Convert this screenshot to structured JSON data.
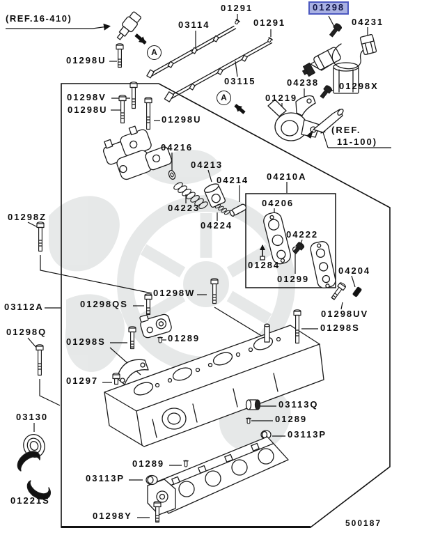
{
  "diagram": {
    "sheet_code": "500187",
    "callout_letter": "A",
    "highlight": {
      "text": "01298",
      "bg_color": "#a9b1e3",
      "border_color": "#4d59c0"
    },
    "labels": [
      {
        "id": "ref-16-410",
        "text": "(REF.16-410)"
      },
      {
        "id": "p03114",
        "text": "03114"
      },
      {
        "id": "p01291-1",
        "text": "01291"
      },
      {
        "id": "p01291-2",
        "text": "01291"
      },
      {
        "id": "p01298-highlighted",
        "text": "01298"
      },
      {
        "id": "p04231",
        "text": "04231"
      },
      {
        "id": "p01298U-1",
        "text": "01298U"
      },
      {
        "id": "p03115",
        "text": "03115"
      },
      {
        "id": "p04238",
        "text": "04238"
      },
      {
        "id": "p01298X",
        "text": "01298X"
      },
      {
        "id": "p01298V",
        "text": "01298V"
      },
      {
        "id": "p01298U-2",
        "text": "01298U"
      },
      {
        "id": "p01298U-3",
        "text": "01298U"
      },
      {
        "id": "p01219",
        "text": "01219"
      },
      {
        "id": "ref-11-100-line1",
        "text": "(REF."
      },
      {
        "id": "ref-11-100-line2",
        "text": "11-100)"
      },
      {
        "id": "p04216",
        "text": "04216"
      },
      {
        "id": "p04213",
        "text": "04213"
      },
      {
        "id": "p04214",
        "text": "04214"
      },
      {
        "id": "p04210A",
        "text": "04210A"
      },
      {
        "id": "p04223",
        "text": "04223"
      },
      {
        "id": "p04206",
        "text": "04206"
      },
      {
        "id": "p04224",
        "text": "04224"
      },
      {
        "id": "p01298Z",
        "text": "01298Z"
      },
      {
        "id": "p04222",
        "text": "04222"
      },
      {
        "id": "p01284",
        "text": "01284"
      },
      {
        "id": "p01299",
        "text": "01299"
      },
      {
        "id": "p04204",
        "text": "04204"
      },
      {
        "id": "p01298W",
        "text": "01298W"
      },
      {
        "id": "p03112A",
        "text": "03112A"
      },
      {
        "id": "p01298QS",
        "text": "01298QS"
      },
      {
        "id": "p01298UV",
        "text": "01298UV"
      },
      {
        "id": "p01298S-1",
        "text": "01298S"
      },
      {
        "id": "p01298Q",
        "text": "01298Q"
      },
      {
        "id": "p01298S-2",
        "text": "01298S"
      },
      {
        "id": "p01289-1",
        "text": "01289"
      },
      {
        "id": "p01297",
        "text": "01297"
      },
      {
        "id": "p03113Q",
        "text": "03113Q"
      },
      {
        "id": "p01289-2",
        "text": "01289"
      },
      {
        "id": "p03130",
        "text": "03130"
      },
      {
        "id": "p03113P-1",
        "text": "03113P"
      },
      {
        "id": "p01289-3",
        "text": "01289"
      },
      {
        "id": "p03113P-2",
        "text": "03113P"
      },
      {
        "id": "p01221S",
        "text": "01221S"
      },
      {
        "id": "p01298Y",
        "text": "01298Y"
      }
    ]
  }
}
